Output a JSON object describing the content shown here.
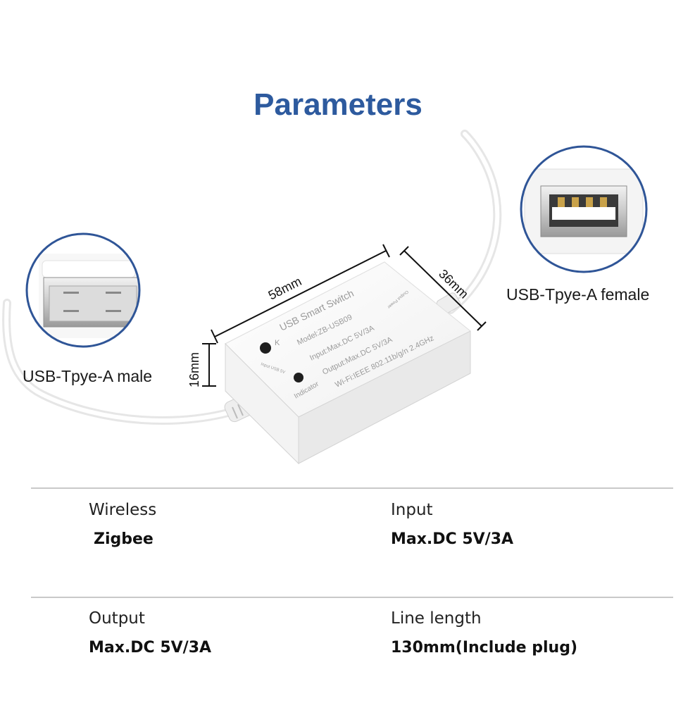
{
  "title": "Parameters",
  "colors": {
    "title": "#2d5a9e",
    "circle_border": "#2f5597",
    "dimension_line": "#111111"
  },
  "callouts": {
    "male": "USB-Tpye-A male",
    "female": "USB-Tpye-A female"
  },
  "dimensions": {
    "length": "58mm",
    "width": "36mm",
    "height": "16mm"
  },
  "device_print": {
    "name": "USB Smart Switch",
    "model": "Model:ZB-USB09",
    "input": "Input:Max.DC 5V/3A",
    "output": "Output:Max.DC 5V/3A",
    "wifi": "Wi-Fi:IEEE 802.11b/g/n 2.4GHz",
    "button_label": "K",
    "indicator_label": "Indicator",
    "input_label": "Input USB 5V",
    "output_label": "Output Power"
  },
  "specs": [
    {
      "label": "Wireless",
      "value": "Zigbee"
    },
    {
      "label": "Input",
      "value": "Max.DC 5V/3A"
    },
    {
      "label": "Output",
      "value": "Max.DC 5V/3A"
    },
    {
      "label": "Line length",
      "value": "130mm(Include plug)"
    }
  ]
}
